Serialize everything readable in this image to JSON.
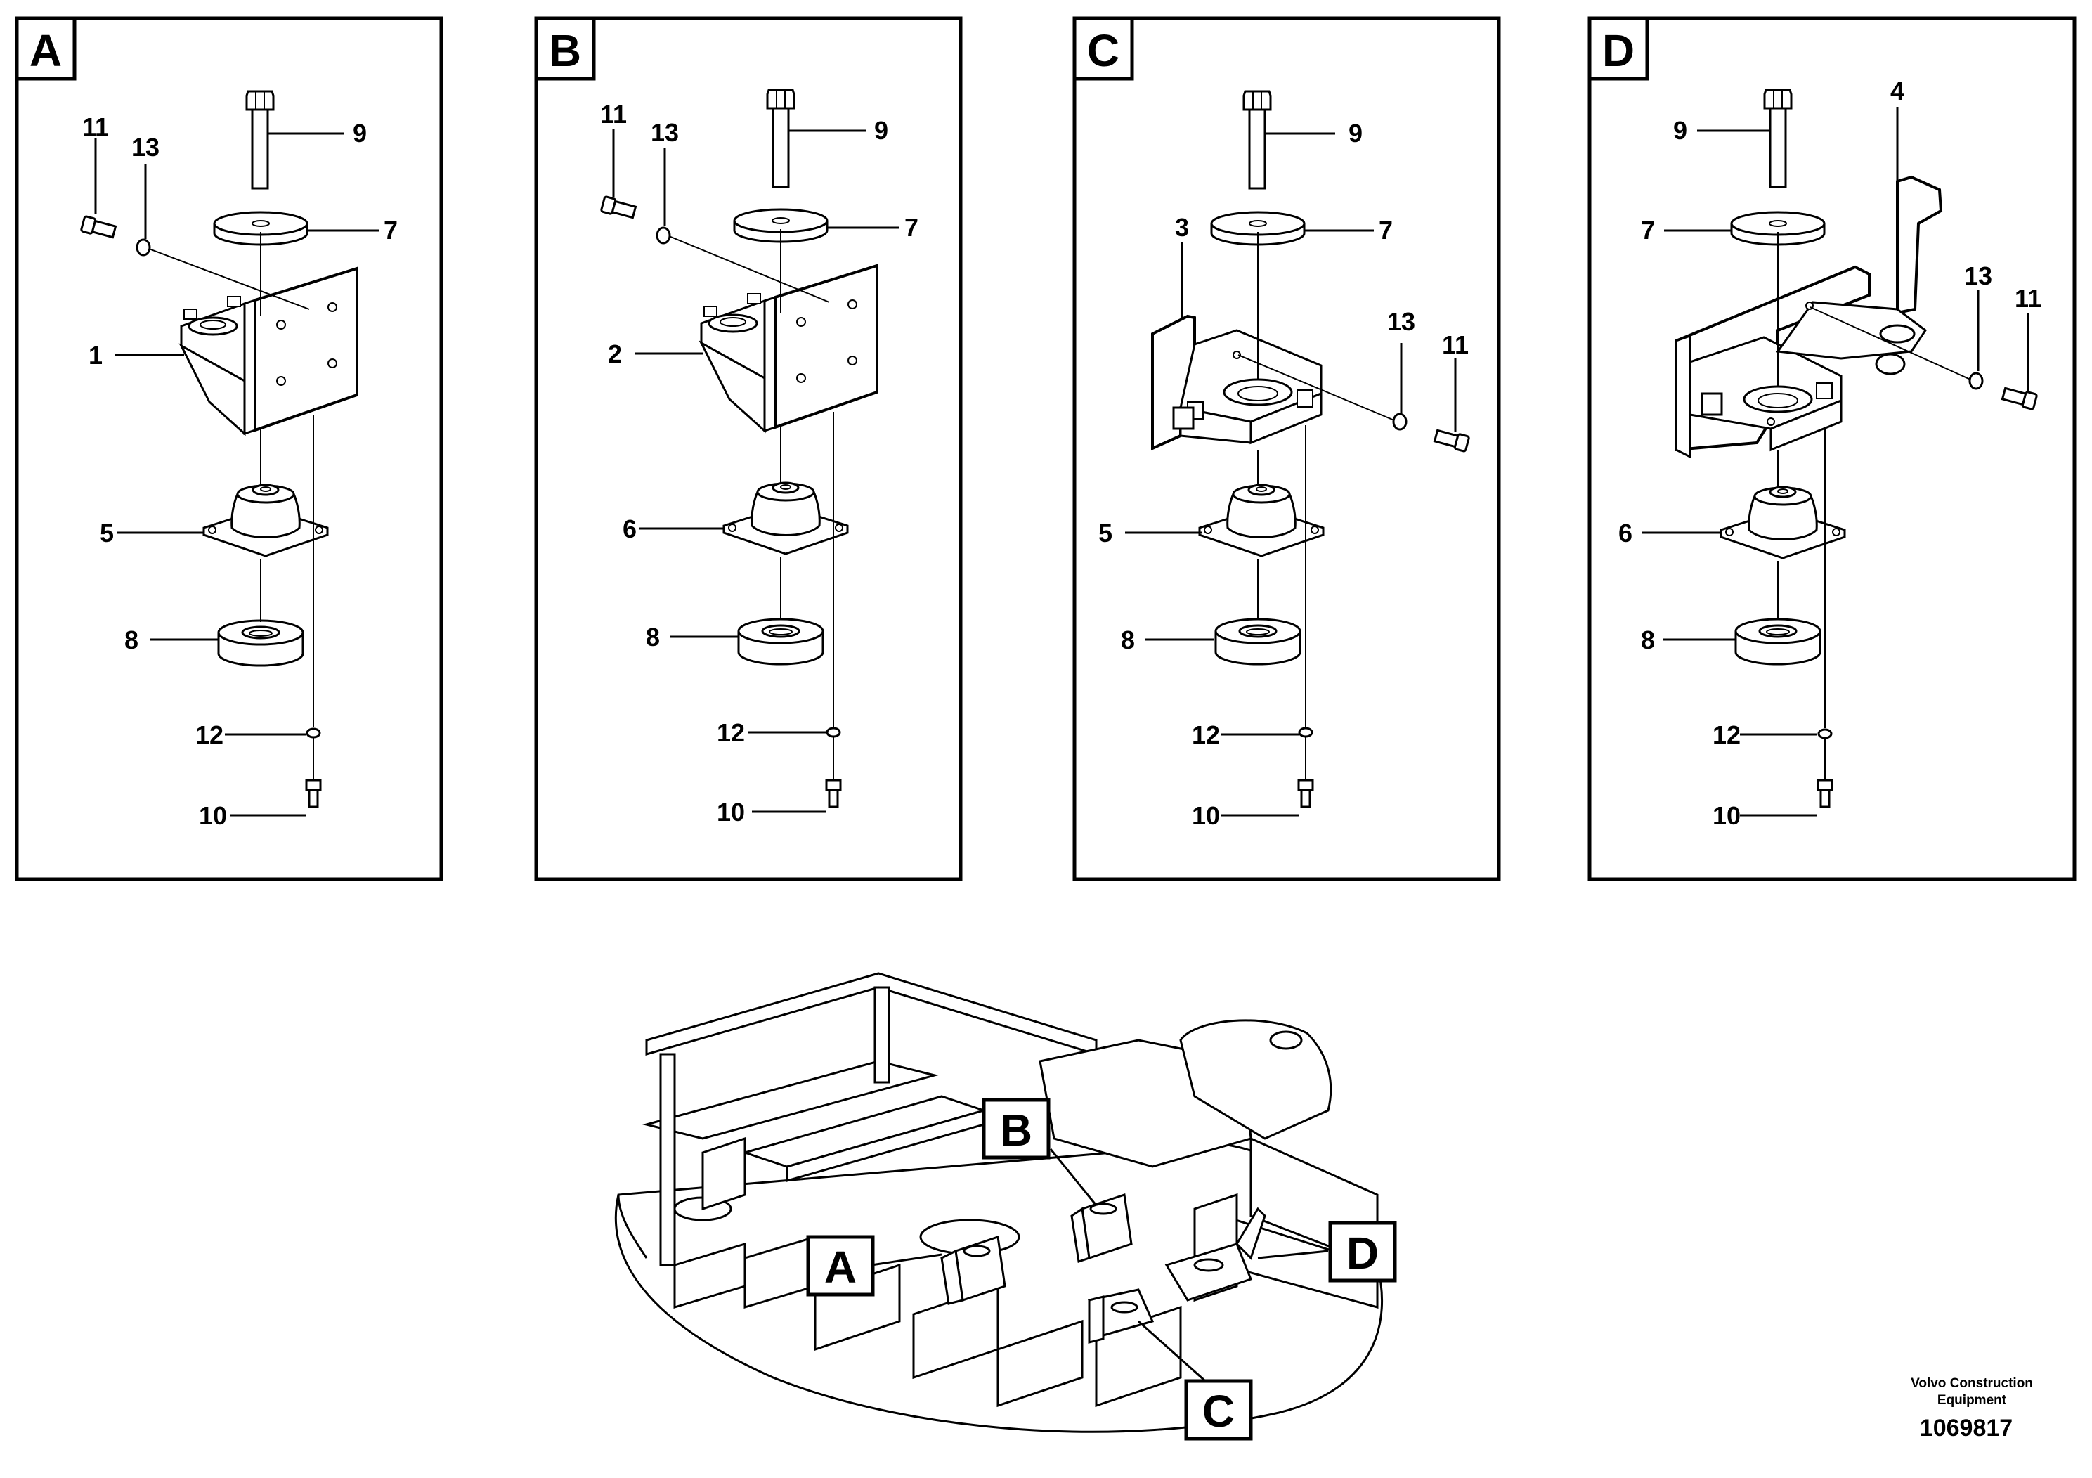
{
  "panels": [
    {
      "letter": "A",
      "callouts": {
        "c11": "11",
        "c13": "13",
        "c9": "9",
        "c7": "7",
        "bracket": "1",
        "mount": "5",
        "c8": "8",
        "c12": "12",
        "c10": "10"
      }
    },
    {
      "letter": "B",
      "callouts": {
        "c11": "11",
        "c13": "13",
        "c9": "9",
        "c7": "7",
        "bracket": "2",
        "mount": "6",
        "c8": "8",
        "c12": "12",
        "c10": "10"
      }
    },
    {
      "letter": "C",
      "callouts": {
        "c3": "3",
        "c9": "9",
        "c7": "7",
        "c13": "13",
        "c11": "11",
        "mount": "5",
        "c8": "8",
        "c12": "12",
        "c10": "10"
      }
    },
    {
      "letter": "D",
      "callouts": {
        "c4": "4",
        "c9": "9",
        "c7": "7",
        "c13": "13",
        "c11": "11",
        "mount": "6",
        "c8": "8",
        "c12": "12",
        "c10": "10"
      }
    }
  ],
  "overview": {
    "labels": {
      "A": "A",
      "B": "B",
      "C": "C",
      "D": "D"
    }
  },
  "footer": {
    "line1": "Volvo Construction",
    "line2": "Equipment",
    "drawing_number": "1069817"
  }
}
